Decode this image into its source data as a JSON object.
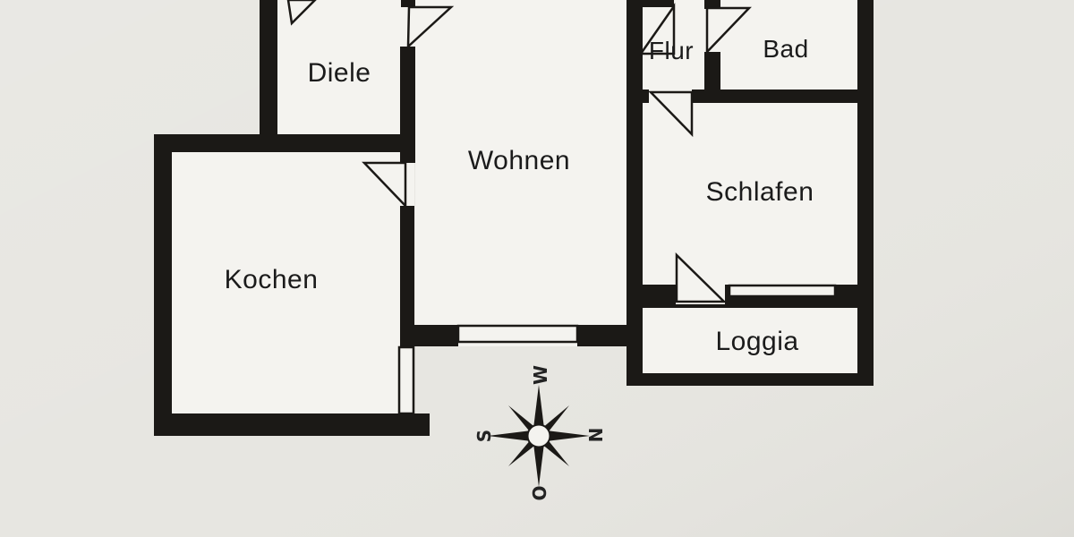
{
  "rooms": {
    "diele": "Diele",
    "wohnen": "Wohnen",
    "kochen": "Kochen",
    "flur": "Flur",
    "bad": "Bad",
    "schlafen": "Schlafen",
    "loggia": "Loggia"
  },
  "compass": {
    "top": "W",
    "right": "N",
    "bottom": "O",
    "left": "S"
  },
  "colors": {
    "paper": "#e7e6e1",
    "room": "#f4f3ef",
    "wall": "#1b1916",
    "text": "#1b1b1b"
  }
}
